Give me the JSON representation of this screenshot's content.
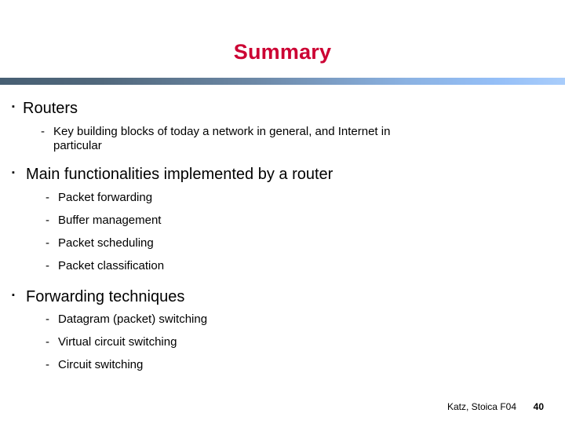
{
  "slide": {
    "title": "Summary",
    "title_color": "#CC0033",
    "rule_gradient_from": "#475F73",
    "rule_gradient_to": "#A9CDFB",
    "bullet_glyph": "▪",
    "dash_glyph": "-",
    "sections": [
      {
        "heading": "Routers",
        "items": [
          "Key building blocks of today a network in general, and Internet in particular"
        ]
      },
      {
        "heading": "Main functionalities implemented by a router",
        "items": [
          "Packet forwarding",
          "Buffer management",
          "Packet scheduling",
          "Packet classification"
        ]
      },
      {
        "heading": "Forwarding techniques",
        "items": [
          "Datagram (packet) switching",
          "Virtual circuit switching",
          "Circuit switching"
        ]
      }
    ]
  },
  "footer": {
    "credit": "Katz, Stoica F04",
    "page_number": "40"
  }
}
